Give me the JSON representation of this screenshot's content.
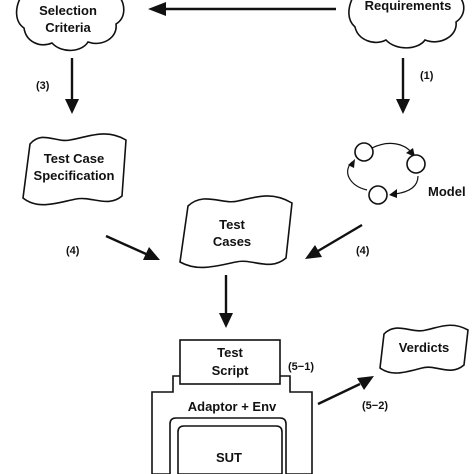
{
  "nodes": {
    "selection_criteria": {
      "lines": [
        "Selection",
        "Criteria"
      ]
    },
    "requirements": {
      "lines": [
        "Requirements"
      ]
    },
    "test_case_spec": {
      "lines": [
        "Test Case",
        "Specification"
      ]
    },
    "model": {
      "label": "Model"
    },
    "test_cases": {
      "lines": [
        "Test",
        "Cases"
      ]
    },
    "test_script": {
      "lines": [
        "Test",
        "Script"
      ]
    },
    "adaptor_env": {
      "label": "Adaptor + Env"
    },
    "sut": {
      "label": "SUT"
    },
    "verdicts": {
      "label": "Verdicts"
    }
  },
  "steps": {
    "s1": "(1)",
    "s3": "(3)",
    "s4_left": "(4)",
    "s4_right": "(4)",
    "s5_1": "(5−1)",
    "s5_2": "(5−2)"
  }
}
